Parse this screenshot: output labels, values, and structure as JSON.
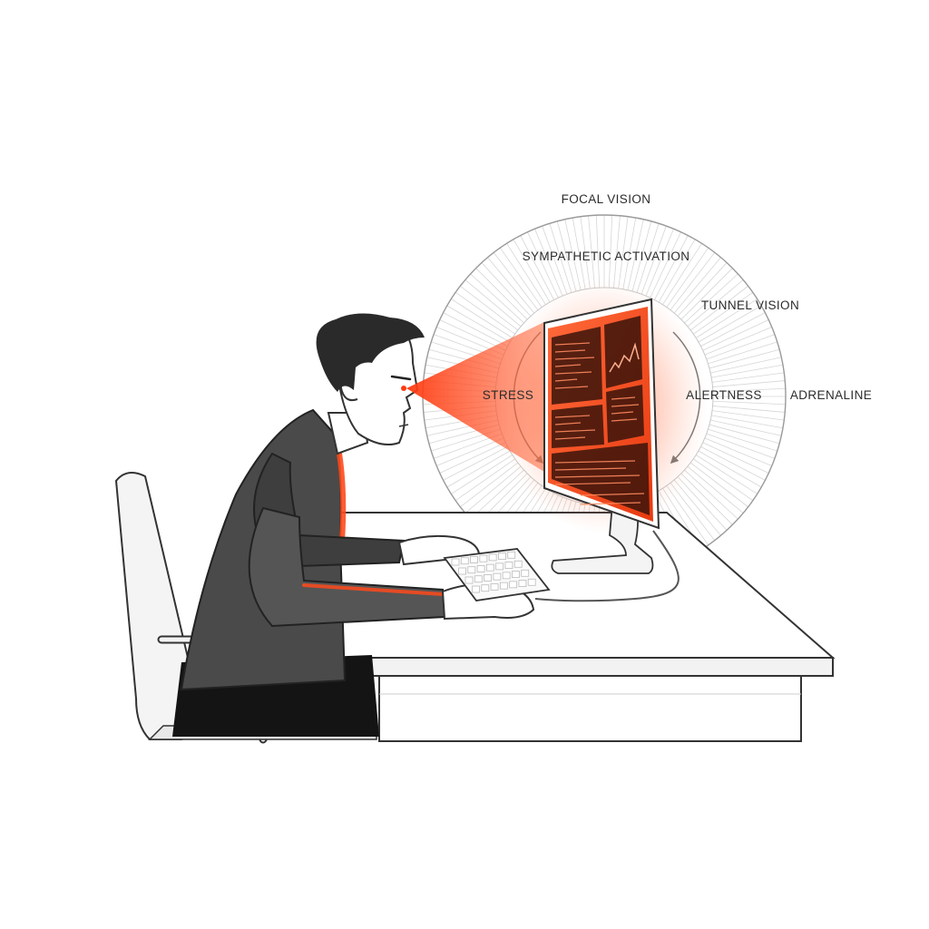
{
  "labels": {
    "focal_vision": "FOCAL VISION",
    "sympathetic_activation": "SYMPATHETIC ACTIVATION",
    "tunnel_vision": "TUNNEL VISION",
    "stress": "STRESS",
    "alertness": "ALERTNESS",
    "adrenaline": "ADRENALINE"
  },
  "colors": {
    "accent": "#ff4a1c",
    "accent_soft": "#ff7a50",
    "screen_dark": "#2a0f08",
    "ink": "#2b2b2b",
    "shirt": "#4a4a4a",
    "hair": "#2a2a2a"
  }
}
